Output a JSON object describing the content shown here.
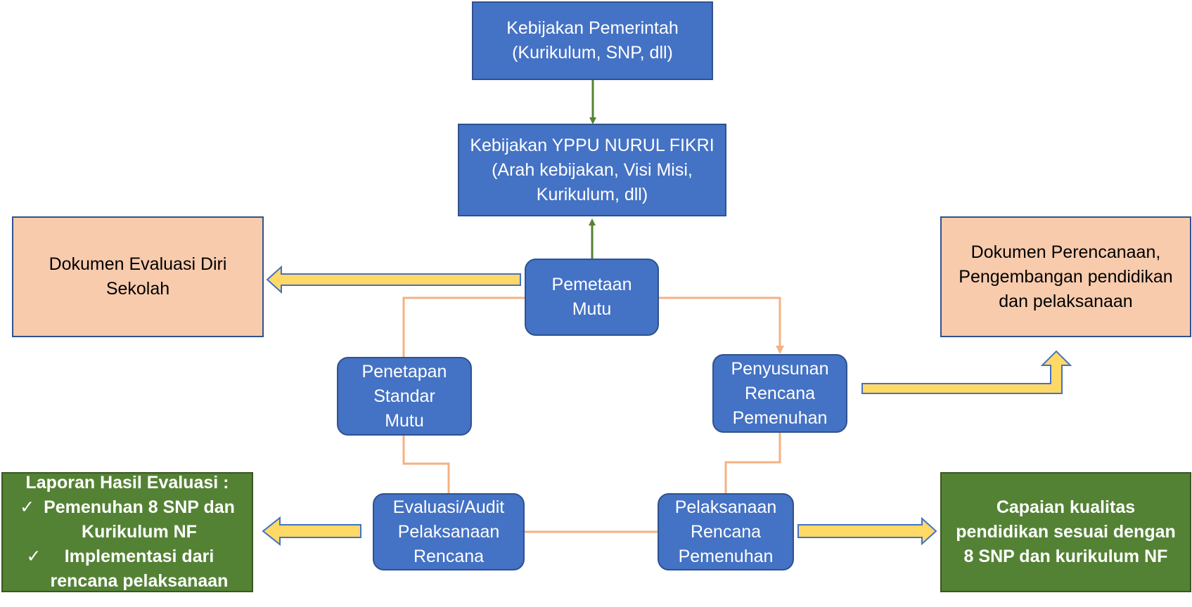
{
  "colors": {
    "box_blue": "#4472C4",
    "box_blue_border": "#2F528F",
    "box_peach": "#F8CBAD",
    "box_green": "#548235",
    "arrow_green": "#548235",
    "arrow_yellow": "#FFD966",
    "arrow_yellow_border": "#4472C4",
    "connector_orange": "#F4B183"
  },
  "nodes": {
    "kebijakan_pemerintah": "Kebijakan Pemerintah\n(Kurikulum, SNP, dll)",
    "kebijakan_yppu": "Kebijakan YPPU NURUL FIKRI\n(Arah kebijakan, Visi Misi,\nKurikulum, dll)",
    "pemetaan_mutu": "Pemetaan\nMutu",
    "penetapan_standar": "Penetapan\nStandar\nMutu",
    "penyusunan_rencana": "Penyusunan\nRencana\nPemenuhan",
    "evaluasi_audit": "Evaluasi/Audit\nPelaksanaan\nRencana",
    "pelaksanaan_rencana": "Pelaksanaan\nRencana\nPemenuhan",
    "dokumen_evaluasi": "Dokumen Evaluasi Diri\nSekolah",
    "dokumen_perencanaan": "Dokumen Perencanaan,\nPengembangan pendidikan\ndan pelaksanaan",
    "capaian_kualitas": "Capaian kualitas\npendidikan sesuai dengan\n8 SNP dan kurikulum NF"
  },
  "laporan": {
    "title": "Laporan Hasil Evaluasi :",
    "check_symbol": "✓",
    "items": [
      "Pemenuhan 8 SNP dan\nKurikulum NF",
      "Implementasi dari\nrencana pelaksanaan"
    ]
  }
}
